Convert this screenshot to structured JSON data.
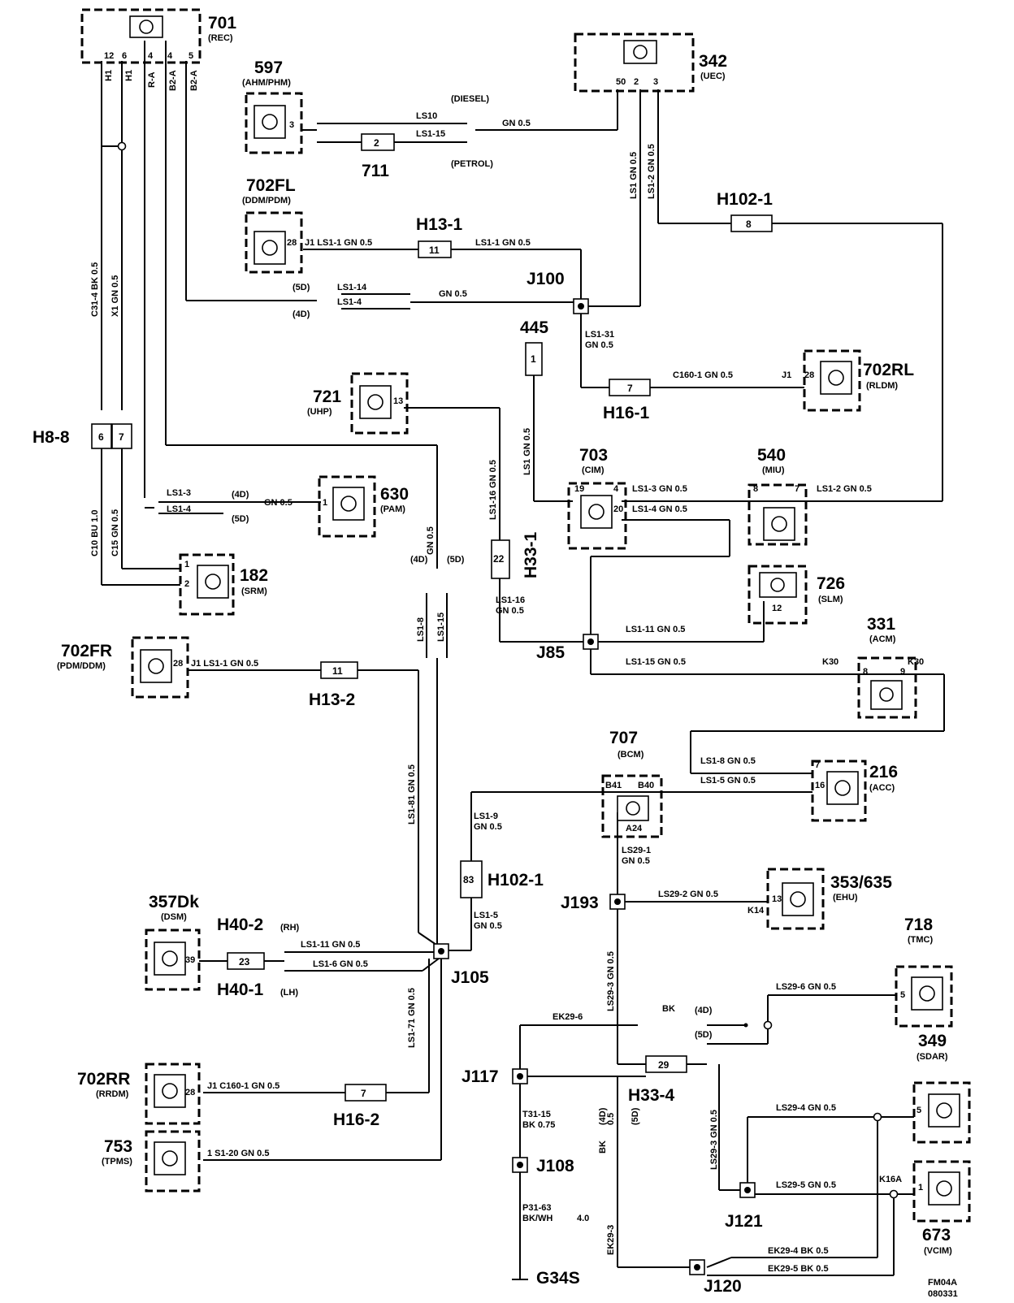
{
  "diagram": {
    "components": [
      {
        "id": "701",
        "sub": "(REC)"
      },
      {
        "id": "597",
        "sub": "(AHM/PHM)"
      },
      {
        "id": "342",
        "sub": "(UEC)"
      },
      {
        "id": "702FL",
        "sub": "(DDM/PDM)"
      },
      {
        "id": "702RL",
        "sub": "(RLDM)"
      },
      {
        "id": "445",
        "sub": ""
      },
      {
        "id": "721",
        "sub": "(UHP)"
      },
      {
        "id": "703",
        "sub": "(CIM)"
      },
      {
        "id": "540",
        "sub": "(MIU)"
      },
      {
        "id": "630",
        "sub": "(PAM)"
      },
      {
        "id": "726",
        "sub": "(SLM)"
      },
      {
        "id": "182",
        "sub": "(SRM)"
      },
      {
        "id": "331",
        "sub": "(ACM)"
      },
      {
        "id": "702FR",
        "sub": "(PDM/DDM)"
      },
      {
        "id": "707",
        "sub": "(BCM)"
      },
      {
        "id": "216",
        "sub": "(ACC)"
      },
      {
        "id": "353/635",
        "sub": "(EHU)"
      },
      {
        "id": "357Dk",
        "sub": "(DSM)"
      },
      {
        "id": "718",
        "sub": "(TMC)"
      },
      {
        "id": "349",
        "sub": "(SDAR)"
      },
      {
        "id": "702RR",
        "sub": "(RRDM)"
      },
      {
        "id": "753",
        "sub": "(TPMS)"
      },
      {
        "id": "673",
        "sub": "(VCIM)"
      }
    ],
    "connectors": [
      "711",
      "H13-1",
      "H102-1",
      "J100",
      "H16-1",
      "H8-8",
      "H33-1",
      "J85",
      "H13-2",
      "H102-1",
      "J193",
      "H40-2",
      "H40-1",
      "J105",
      "J117",
      "H33-4",
      "J108",
      "J121",
      "H16-2",
      "G34S",
      "J120"
    ],
    "connector_subs": {
      "H40-2": "(RH)",
      "H40-1": "(LH)"
    },
    "wires": [
      "LS10",
      "LS1-15",
      "LS1-1",
      "LS1-14",
      "LS1-4",
      "LS1-31",
      "C160-1",
      "LS1",
      "LS1-16",
      "LS1-3",
      "LS1-2",
      "LS1-11",
      "LS1-15",
      "LS1-5",
      "LS1-8",
      "LS1-6",
      "LS1-9",
      "LS29-1",
      "LS29-2",
      "LS1-81",
      "LS1-11",
      "LS1-6",
      "EK29-6",
      "LS29-6",
      "LS29-3",
      "T31-15",
      "P31-63",
      "LS1-71",
      "S1-20",
      "LS29-4",
      "LS29-5",
      "EK29-4",
      "EK29-5",
      "C31-4",
      "X1",
      "C10",
      "C15",
      "EK29-3",
      "BK"
    ],
    "spec": {
      "gn05": "GN  0.5",
      "bk05": "BK  0.5",
      "gn10": "1.0",
      "bk075": "BK  0.75",
      "bkwh": "BK/WH",
      "v40": "4.0"
    },
    "variants": {
      "diesel": "(DIESEL)",
      "petrol": "(PETROL)",
      "d4": "(4D)",
      "d5": "(5D)"
    },
    "footer": {
      "code": "FM04A",
      "date": "080331"
    }
  }
}
